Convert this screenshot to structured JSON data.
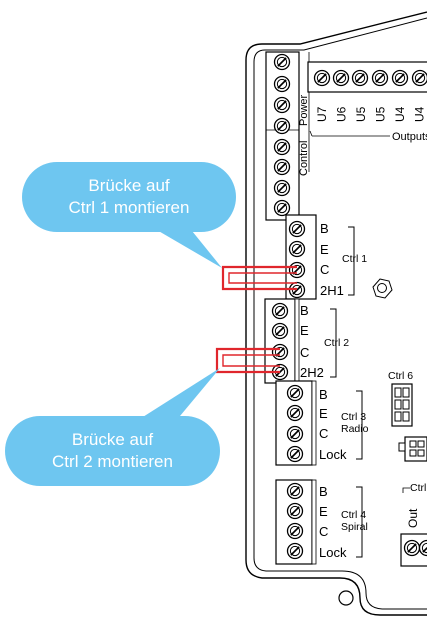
{
  "callouts": [
    {
      "line1": "Brücke auf",
      "line2": "Ctrl 1 montieren"
    },
    {
      "line1": "Brücke auf",
      "line2": "Ctrl 2 montieren"
    }
  ],
  "labels": {
    "power": "Power",
    "control": "Control",
    "outputs": "Outputs",
    "output_cols": [
      "U7",
      "U6",
      "U5",
      "U5",
      "U4",
      "U4"
    ],
    "ctrl1": "Ctrl 1",
    "ctrl2": "Ctrl 2",
    "ctrl3": "Ctrl 3",
    "ctrl3_sub": "Radio",
    "ctrl4": "Ctrl 4",
    "ctrl4_sub": "Spiral",
    "ctrl6": "Ctrl 6",
    "ctrl_cut": "Ctrl",
    "out": "Out",
    "terminal_b": "B",
    "terminal_e": "E",
    "terminal_c": "C",
    "terminal_2h1": "2H1",
    "terminal_2h2": "2H2",
    "terminal_lock": "Lock"
  },
  "colors": {
    "bubble": "#6ec6f0",
    "bridge": "#e0262c",
    "line": "#000000"
  }
}
